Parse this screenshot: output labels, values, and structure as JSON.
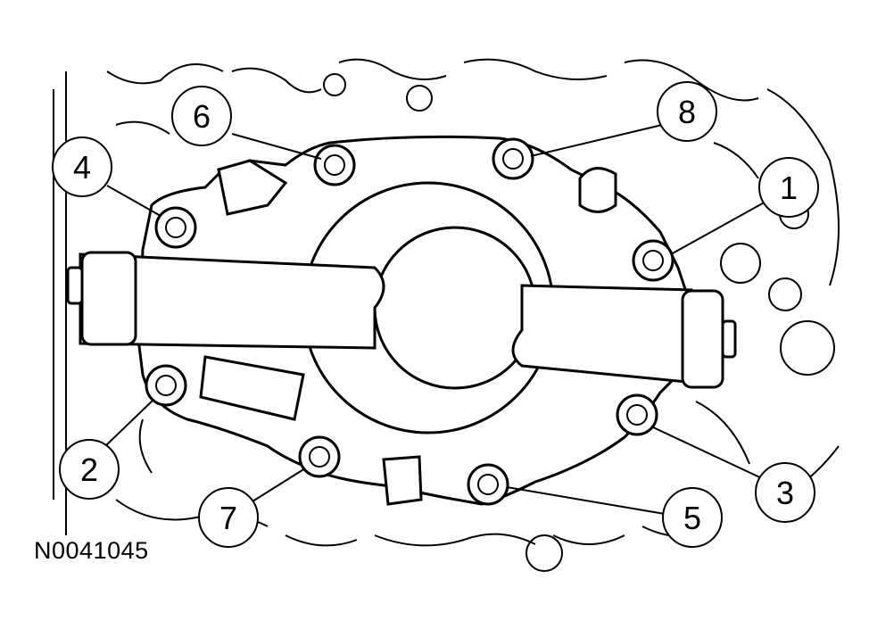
{
  "figure": {
    "reference_id": "N0041045",
    "line_color": "#000000",
    "background": "#ffffff"
  },
  "callouts": [
    {
      "label": "1",
      "target": "bolt-1"
    },
    {
      "label": "2",
      "target": "bolt-2"
    },
    {
      "label": "3",
      "target": "bolt-3"
    },
    {
      "label": "4",
      "target": "bolt-4"
    },
    {
      "label": "5",
      "target": "bolt-5"
    },
    {
      "label": "6",
      "target": "bolt-6"
    },
    {
      "label": "7",
      "target": "bolt-7"
    },
    {
      "label": "8",
      "target": "bolt-8"
    }
  ]
}
